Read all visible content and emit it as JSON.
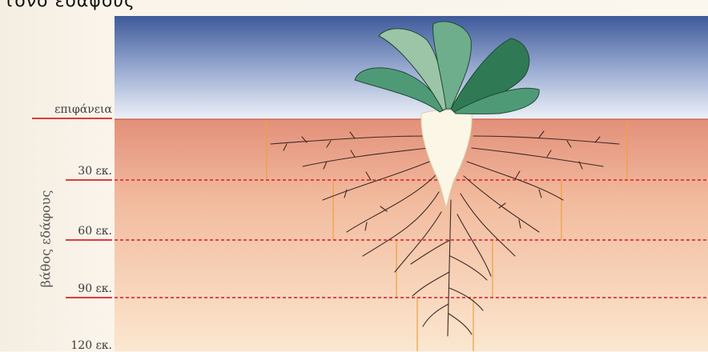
{
  "header_fragment": "τονο εδάφους",
  "axis_title": "βάθος εδάφους",
  "levels": [
    {
      "label": "επιφάνεια",
      "depth_cm": 0
    },
    {
      "label": "30 εκ.",
      "depth_cm": 30
    },
    {
      "label": "60 εκ.",
      "depth_cm": 60
    },
    {
      "label": "90 εκ.",
      "depth_cm": 90
    },
    {
      "label": "120 εκ.",
      "depth_cm": 120
    }
  ],
  "colors": {
    "sky_top": "#3e5a9a",
    "sky_bottom": "#eef1f8",
    "soil_top": "#e3907a",
    "soil_bottom": "#fbe7cf",
    "dashed_line": "#e0303a",
    "column_line": "#f0a040",
    "leaf_dark": "#2f7a55",
    "leaf_light": "#9cc4a6",
    "root_body": "#fbf6e6",
    "root_hairs": "#3d2a26"
  }
}
